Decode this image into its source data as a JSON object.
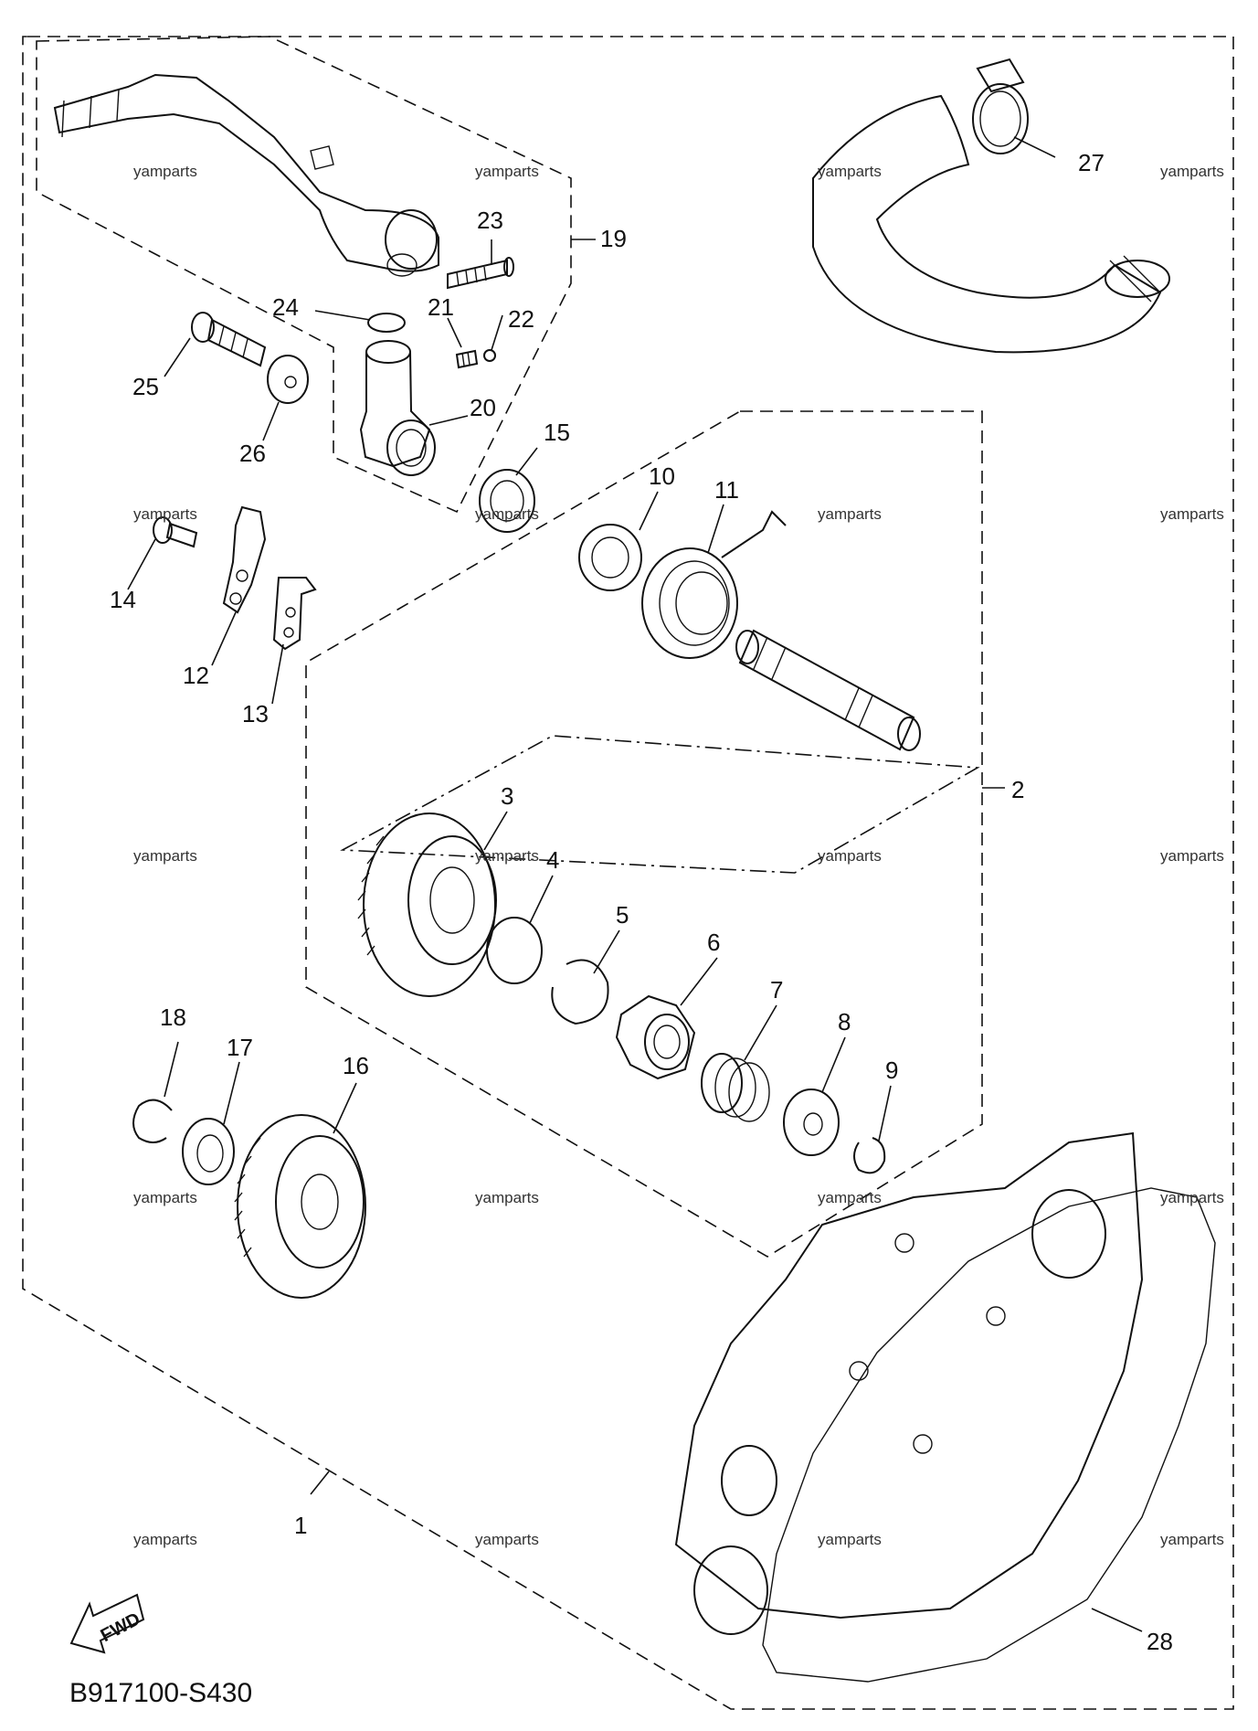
{
  "diagram": {
    "code": "B917100-S430",
    "fwd_label": "FWD",
    "watermark": "yamparts",
    "callouts": {
      "c1": "1",
      "c2": "2",
      "c3": "3",
      "c4": "4",
      "c5": "5",
      "c6": "6",
      "c7": "7",
      "c8": "8",
      "c9": "9",
      "c10": "10",
      "c11": "11",
      "c12": "12",
      "c13": "13",
      "c14": "14",
      "c15": "15",
      "c16": "16",
      "c17": "17",
      "c18": "18",
      "c19": "19",
      "c20": "20",
      "c21": "21",
      "c22": "22",
      "c23": "23",
      "c24": "24",
      "c25": "25",
      "c26": "26",
      "c27": "27",
      "c28": "28"
    }
  }
}
